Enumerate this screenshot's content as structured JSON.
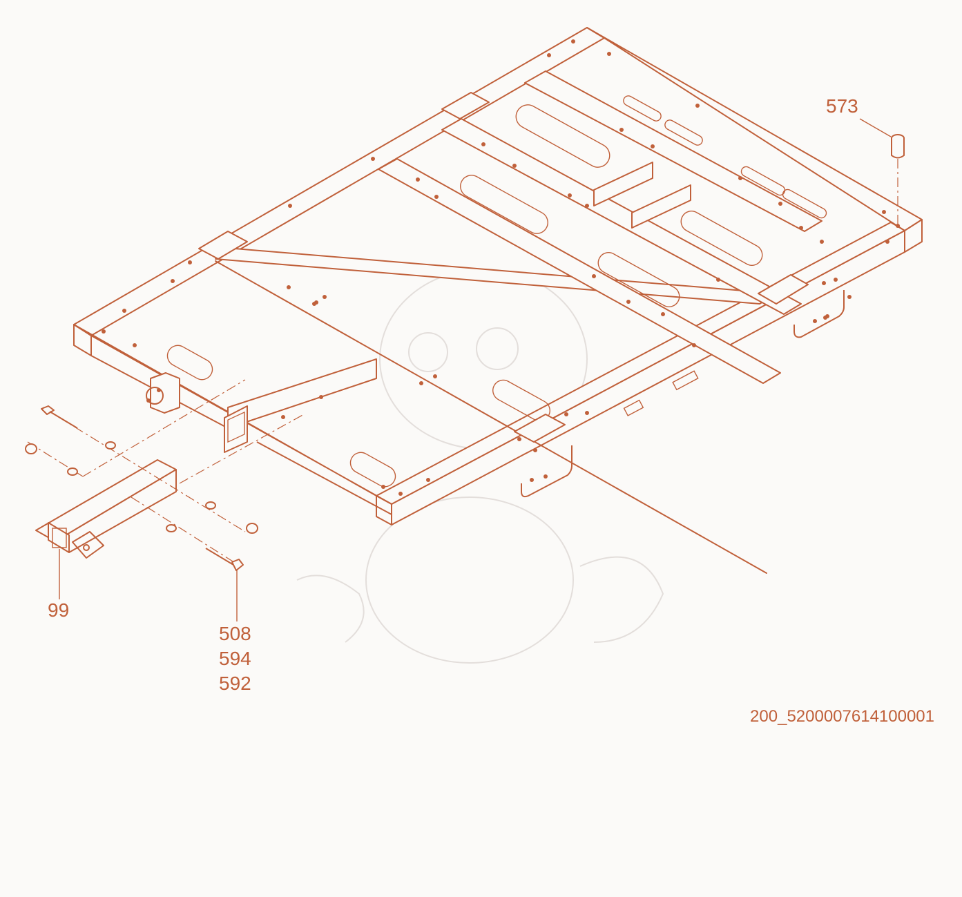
{
  "labels": {
    "p573": "573",
    "p99": "99",
    "p508": "508",
    "p594": "594",
    "p592": "592"
  },
  "drawing_id": "200_5200007614100001",
  "colors": {
    "line": "#c0603a",
    "background": "#fbfaf8",
    "watermark": "#e3dedb"
  }
}
